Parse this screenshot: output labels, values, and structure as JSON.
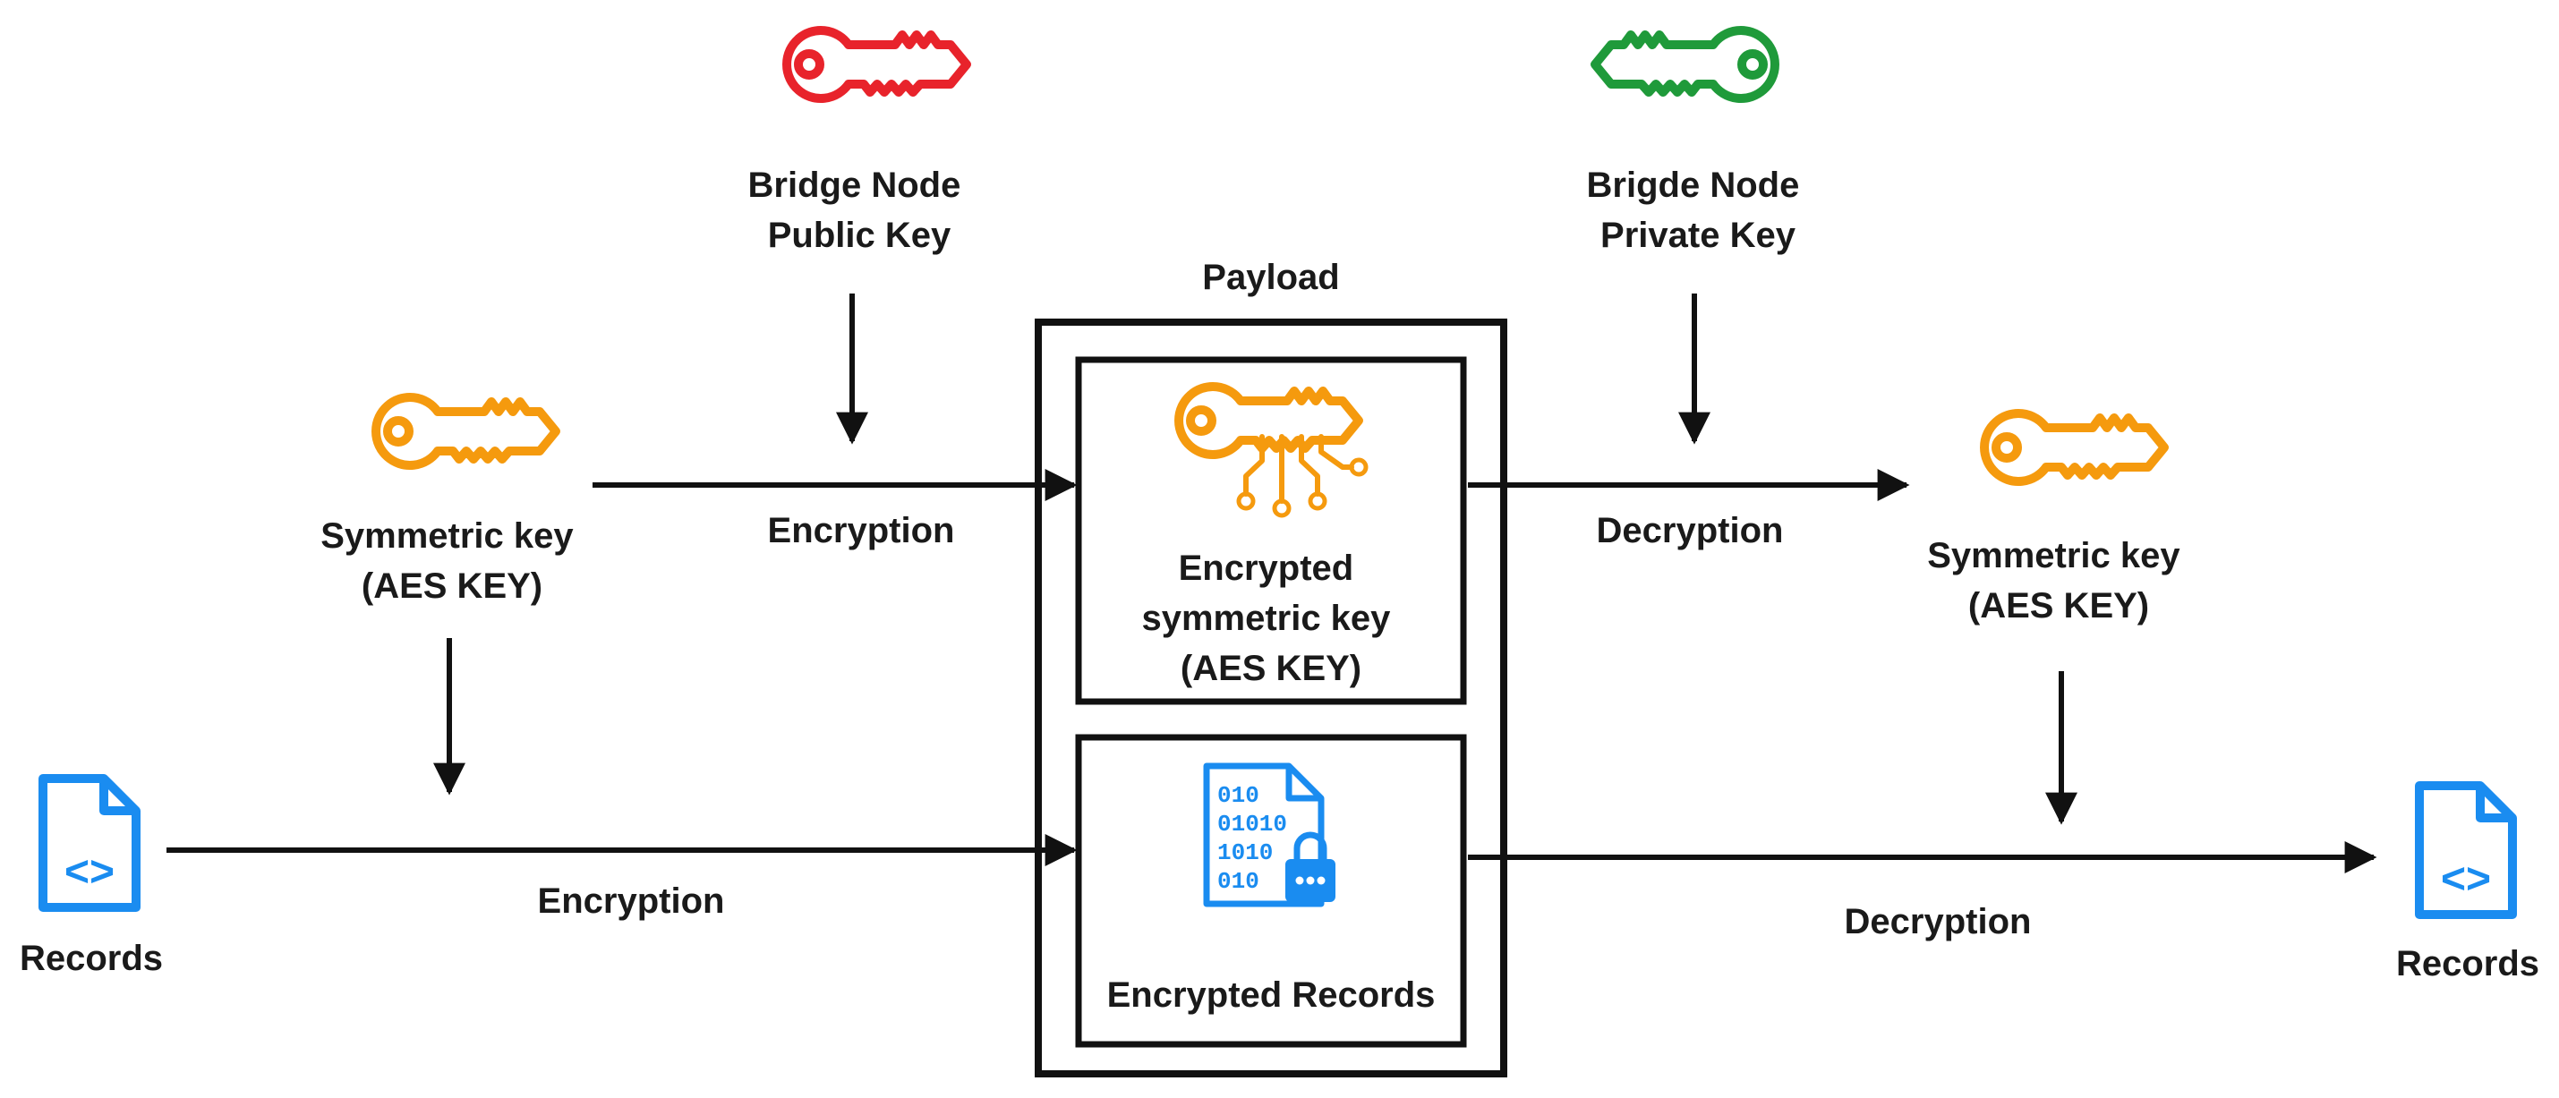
{
  "labels": {
    "bridge_public_key": [
      "Bridge Node",
      "Public Key"
    ],
    "bridge_private_key": [
      "Brigde Node",
      "Private Key"
    ],
    "payload": "Payload",
    "sym_key_left": [
      "Symmetric key",
      "(AES KEY)"
    ],
    "sym_key_right": [
      "Symmetric key",
      "(AES KEY)"
    ],
    "encrypted_sym_key": [
      "Encrypted",
      "symmetric key",
      "(AES KEY)"
    ],
    "encrypted_records": "Encrypted Records",
    "records_left": "Records",
    "records_right": "Records",
    "encryption_top": "Encryption",
    "encryption_bottom": "Encryption",
    "decryption_top": "Decryption",
    "decryption_bottom": "Decryption"
  },
  "records_icon_glyph": "<>",
  "binary_rows": [
    "010",
    "01010",
    "1010",
    "010"
  ],
  "icons": {
    "public_key": "key-icon",
    "private_key": "key-icon",
    "symmetric_key": "key-icon",
    "encrypted_key": "circuit-key-icon",
    "records": "code-file-icon",
    "encrypted_records": "locked-binary-file-icon"
  },
  "colors": {
    "public_key": "#e8232b",
    "private_key": "#1f9a3a",
    "symmetric_key": "#f59a0e",
    "records": "#1a8cf0",
    "stroke": "#111111",
    "text": "#1a1a1a"
  }
}
